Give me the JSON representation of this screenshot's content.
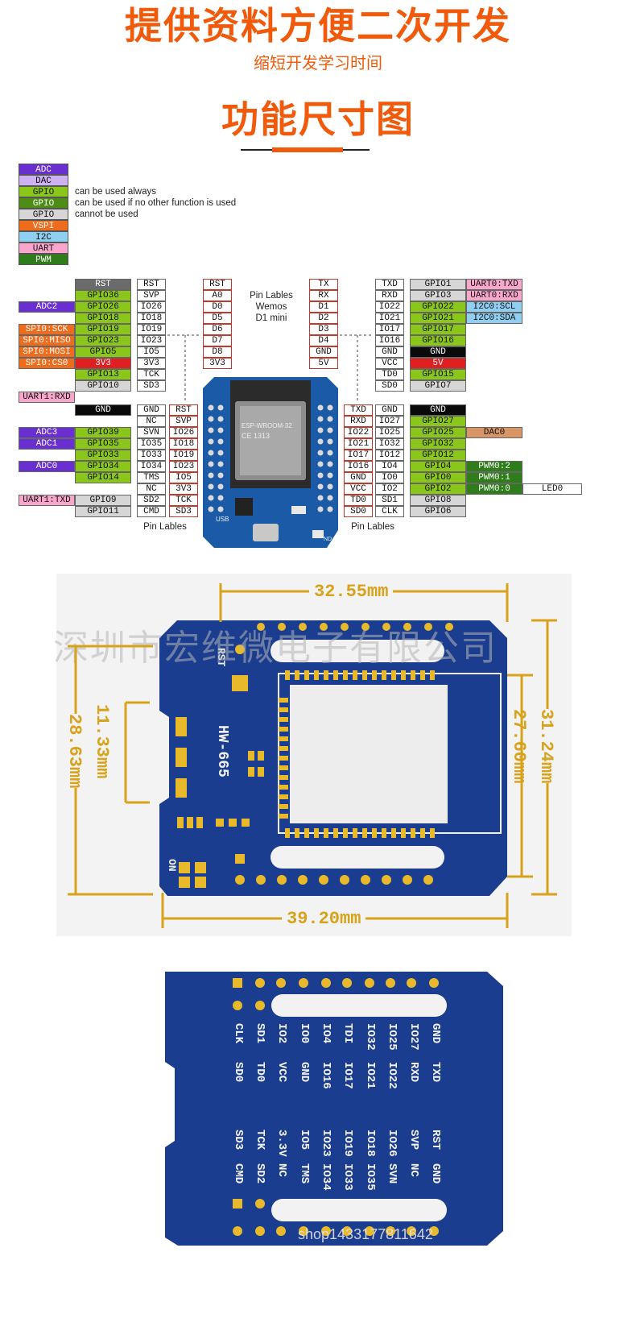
{
  "header": {
    "title": "提供资料方便二次开发",
    "subtitle": "缩短开发学习时间",
    "section_title": "功能尺寸图"
  },
  "legend": [
    {
      "tag": "ADC",
      "desc": "",
      "color": "#6a2fd1"
    },
    {
      "tag": "DAC",
      "desc": "",
      "color": "#cdb1f0"
    },
    {
      "tag": "GPIO",
      "desc": "can be used always",
      "color": "#8bc61b"
    },
    {
      "tag": "GPIO",
      "desc": "can be used if no other function is used",
      "color": "#4e8d15"
    },
    {
      "tag": "GPIO",
      "desc": "cannot be used",
      "color": "#d6d6d6"
    },
    {
      "tag": "VSPI",
      "desc": "",
      "color": "#ef6c1c"
    },
    {
      "tag": "I2C",
      "desc": "",
      "color": "#8fd0f2"
    },
    {
      "tag": "UART",
      "desc": "",
      "color": "#f9a6cc"
    },
    {
      "tag": "PWM",
      "desc": "",
      "color": "#2f7d1a"
    }
  ],
  "pinout": {
    "top_left_func": [
      "",
      "ADC2",
      "",
      "SPI0:SCK",
      "SPI0:MISO",
      "SPI0:MOSI",
      "SPI0:CS0",
      "",
      "",
      "UART1:RXD"
    ],
    "top_left_gpio": [
      "RST",
      "GPIO36",
      "GPIO26",
      "GPIO18",
      "GPIO19",
      "GPIO23",
      "GPIO5",
      "3V3",
      "GPIO13",
      "GPIO10"
    ],
    "top_left_pin": [
      "RST",
      "SVP",
      "IO26",
      "IO18",
      "IO19",
      "IO23",
      "IO5",
      "3V3",
      "TCK",
      "SD3"
    ],
    "wemos_left": [
      "RST",
      "A0",
      "D0",
      "D5",
      "D6",
      "D7",
      "D8",
      "3V3"
    ],
    "wemos_right": [
      "TX",
      "RX",
      "D1",
      "D2",
      "D3",
      "D4",
      "GND",
      "5V"
    ],
    "center_label": "Pin Lables\nWemos\nD1 mini",
    "top_right_pin": [
      "TXD",
      "RXD",
      "IO22",
      "IO21",
      "IO17",
      "IO16",
      "GND",
      "VCC",
      "TD0",
      "SD0"
    ],
    "top_right_gpio": [
      "GPIO1",
      "GPIO3",
      "GPIO22",
      "GPIO21",
      "GPIO17",
      "GPIO16",
      "GND",
      "5V",
      "GPIO15",
      "GPIO7"
    ],
    "top_right_func": [
      "UART0:TXD",
      "UART0:RXD",
      "I2C0:SCL",
      "I2C0:SDA",
      "",
      "",
      "",
      "",
      "",
      ""
    ],
    "bottom_left_func": [
      "",
      "",
      "ADC3",
      "ADC1",
      "",
      "ADC0",
      "",
      "",
      "UART1:TXD",
      ""
    ],
    "bottom_left_gpio": [
      "GND",
      "",
      "GPIO39",
      "GPIO35",
      "GPIO33",
      "GPIO34",
      "GPIO14",
      "",
      "GPIO9",
      "GPIO11"
    ],
    "bottom_left_pin": [
      "GND",
      "NC",
      "SVN",
      "IO35",
      "IO33",
      "IO34",
      "TMS",
      "NC",
      "SD2",
      "CMD"
    ],
    "bottom_left_pin2": [
      "RST",
      "SVP",
      "IO26",
      "IO18",
      "IO19",
      "IO23",
      "IO5",
      "3V3",
      "TCK",
      "SD3"
    ],
    "bottom_right_pin2": [
      "TXD",
      "RXD",
      "IO22",
      "IO21",
      "IO17",
      "IO16",
      "GND",
      "VCC",
      "TD0",
      "SD0"
    ],
    "bottom_right_pin": [
      "GND",
      "IO27",
      "IO25",
      "IO32",
      "IO12",
      "IO4",
      "IO0",
      "IO2",
      "SD1",
      "CLK"
    ],
    "bottom_right_gpio": [
      "GND",
      "GPIO27",
      "GPIO25",
      "GPIO32",
      "GPIO12",
      "GPIO4",
      "GPIO0",
      "GPIO2",
      "GPIO8",
      "GPIO6"
    ],
    "bottom_right_func": [
      "",
      "",
      "DAC0",
      "",
      "",
      "PWM0:2",
      "PWM0:1",
      "PWM0:0",
      "",
      ""
    ],
    "led_label": "LED0",
    "pin_labels_left": "Pin Lables",
    "pin_labels_right": "Pin Lables",
    "module_label": "ESP-WROOM-32",
    "module_sub": "CE 1313",
    "usb_label": "USB",
    "nd_label": "ND"
  },
  "dimensions": {
    "width_top": "32.55mm",
    "width_bottom": "39.20mm",
    "height_left_outer": "28.63mm",
    "height_left_inner": "11.33mm",
    "height_right_inner": "27.60mm",
    "height_right_outer": "31.24mm",
    "board_label": "HW-665",
    "rst_label": "RST",
    "on_label": "ON",
    "watermark": "深圳市宏维微电子有限公司"
  },
  "back_labels": {
    "top_row": [
      "CLK",
      "SD1",
      "IO2",
      "IO0",
      "IO4",
      "TDI",
      "IO32",
      "IO25",
      "IO27",
      "GND"
    ],
    "second_row": [
      "SD0",
      "TD0",
      "VCC",
      "GND",
      "IO16",
      "IO17",
      "IO21",
      "IO22",
      "RXD",
      "TXD"
    ],
    "third_row": [
      "SD3",
      "TCK",
      "3.3V",
      "IO5",
      "IO23",
      "IO19",
      "IO18",
      "IO26",
      "SVP",
      "RST"
    ],
    "bottom_row": [
      "CMD",
      "SD2",
      "NC",
      "TMS",
      "IO34",
      "IO33",
      "IO35",
      "SVN",
      "NC",
      "GND"
    ],
    "watermark": "shop1433177811642"
  }
}
